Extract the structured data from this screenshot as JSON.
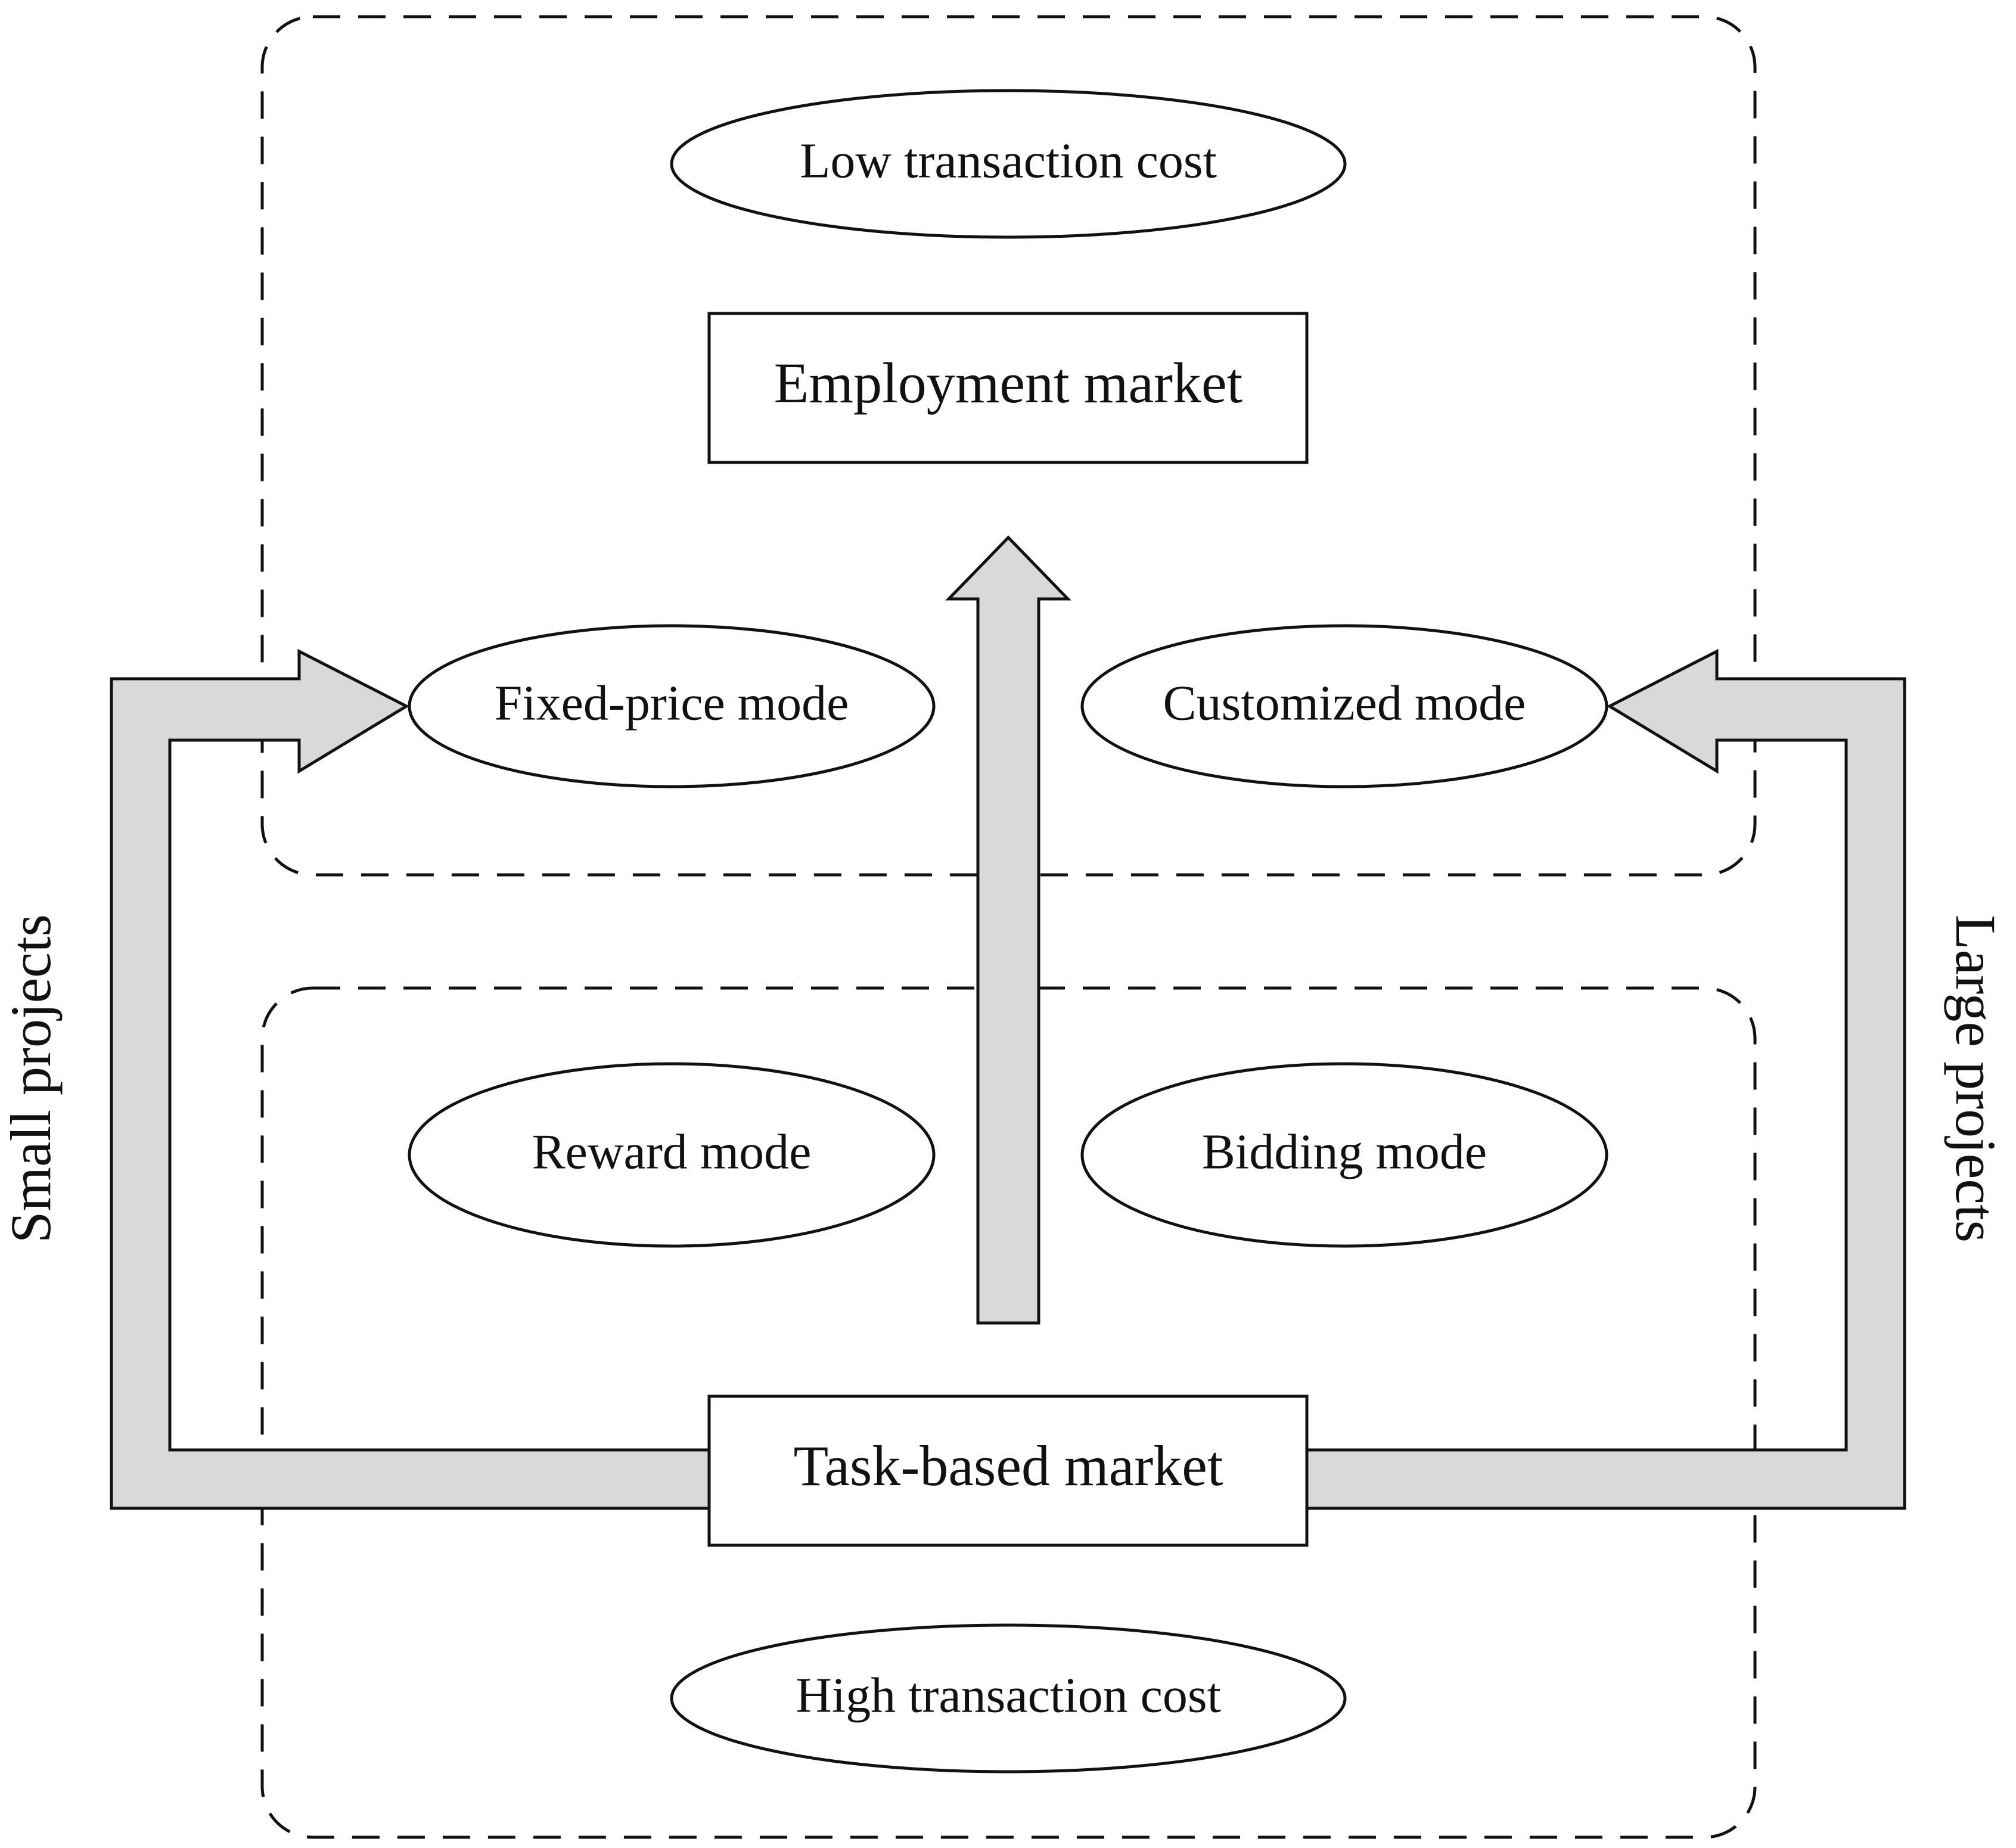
{
  "colors": {
    "stroke": "#111111",
    "arrow_fill": "#d9d9d9",
    "background": "#ffffff"
  },
  "top_region": {
    "cost_label": "Low transaction cost",
    "market_label": "Employment market",
    "left_mode": "Fixed-price mode",
    "right_mode": "Customized mode"
  },
  "bottom_region": {
    "cost_label": "High transaction cost",
    "market_label": "Task-based market",
    "left_mode": "Reward mode",
    "right_mode": "Bidding mode"
  },
  "side_labels": {
    "left": "Small projects",
    "right": "Large projects"
  }
}
